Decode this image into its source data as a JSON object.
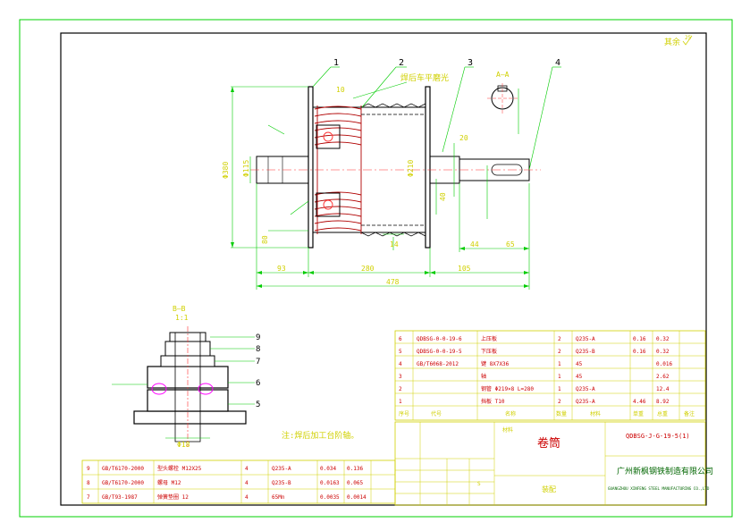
{
  "drawing": {
    "corner_mark": "其余",
    "corner_roughness": "25",
    "section_aa": "A—A",
    "section_bb": "B—B",
    "section_bb_scale": "1:1",
    "note": "注:焊后加工台阶轴。",
    "weld_note": "焊后车平磨光",
    "balloons": [
      "1",
      "2",
      "3",
      "4"
    ],
    "detail_balloons": [
      "9",
      "8",
      "7",
      "6",
      "5"
    ],
    "dim_labels": {
      "d_shaft": "Φ115",
      "d_drum": "Φ210",
      "d_flange": "Φ380",
      "d_bottom": "Φ18",
      "len_80": "80",
      "len_10": "10",
      "len_20": "20",
      "len_44": "44",
      "len_65": "65",
      "len_14": "14",
      "len_40": "40",
      "len_105": "105",
      "len_93": "93",
      "len_280": "280",
      "len_478": "478"
    },
    "colors": {
      "frame": "#00d000",
      "geometry": "#ffffff",
      "dim": "#00cc00",
      "hidden": "#ff3030",
      "text": "#d0d000",
      "title_text": "#cc0000",
      "company": "#006600"
    }
  },
  "title_block": {
    "part_name": "卷筒",
    "drawing_no": "QDBSG-J-G-19-5(1)",
    "company": "广州新枫钢铁制造有限公司",
    "company_en": "GUANGZHOU XINFENG STEEL MANUFACTURING CO.,LTD",
    "material_label": "材料",
    "assembly_label": "装配",
    "stage": "S",
    "headers": [
      "序号",
      "代号",
      "名称",
      "数量",
      "材料",
      "单重",
      "总重",
      "备注"
    ]
  },
  "parts_upper": [
    {
      "no": "6",
      "code": "QDBSG-0-0-19-6",
      "name": "上压板",
      "qty": "2",
      "mat": "Q235-A",
      "w1": "0.16",
      "w2": "0.32"
    },
    {
      "no": "5",
      "code": "QDBSG-0-0-19-5",
      "name": "下压板",
      "qty": "2",
      "mat": "Q235-B",
      "w1": "0.16",
      "w2": "0.32"
    },
    {
      "no": "4",
      "code": "GB/T6068-2012",
      "name": "键 8X7X36",
      "qty": "1",
      "mat": "45",
      "w1": "",
      "w2": "0.016"
    },
    {
      "no": "3",
      "code": "",
      "name": "轴",
      "qty": "1",
      "mat": "45",
      "w1": "",
      "w2": "2.62"
    },
    {
      "no": "2",
      "code": "",
      "name": "钢管 Φ219×8 L=280",
      "qty": "1",
      "mat": "Q235-A",
      "w1": "",
      "w2": "12.4"
    },
    {
      "no": "1",
      "code": "",
      "name": "挡板 T10",
      "qty": "2",
      "mat": "Q235-A",
      "w1": "4.46",
      "w2": "8.92"
    }
  ],
  "parts_lower": [
    {
      "no": "9",
      "code": "GB/T6170-2000",
      "name": "型头螺栓 M12X25",
      "qty": "4",
      "mat": "Q235-A",
      "w1": "0.034",
      "w2": "0.136"
    },
    {
      "no": "8",
      "code": "GB/T6170-2000",
      "name": "螺母 M12",
      "qty": "4",
      "mat": "Q235-B",
      "w1": "0.0163",
      "w2": "0.065"
    },
    {
      "no": "7",
      "code": "GB/T93-1987",
      "name": "弹簧垫圈 12",
      "qty": "4",
      "mat": "65Mn",
      "w1": "0.0035",
      "w2": "0.0014"
    }
  ]
}
